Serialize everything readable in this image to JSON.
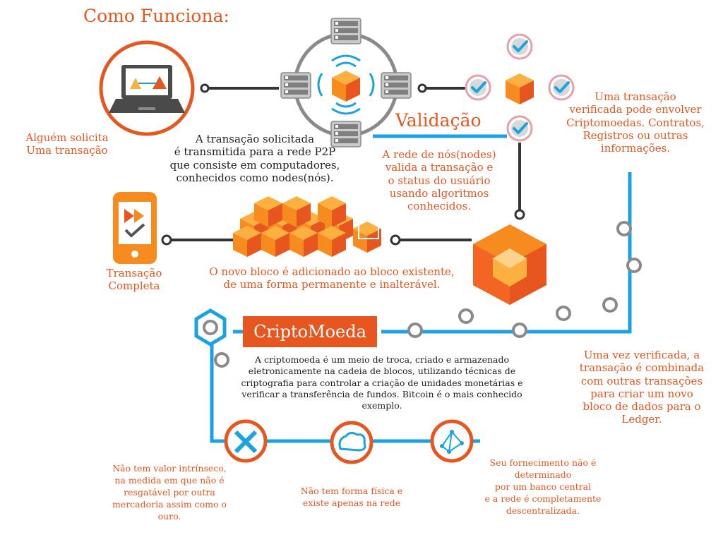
{
  "title": "Como Funciona:",
  "validation_label": "Validação",
  "crypto_label": "CriptoMoeda",
  "steps": {
    "request": [
      "Alguém solicita",
      "Uma transação"
    ],
    "broadcast": [
      "A transação solicitada",
      "é transmitida para a rede P2P",
      "que consiste em computadores,",
      "conhecidos como nodes(nós)."
    ],
    "validate": [
      "A rede de nós(nodes)",
      "valida a transação e",
      "o status do usuário",
      "usando algoritmos",
      "conhecidos."
    ],
    "verified": [
      "Uma transação",
      "verificada pode envolver",
      "Criptomoedas. Contratos,",
      "Registros ou outras",
      "informações."
    ],
    "combined": [
      "Uma vez verificada, a",
      "transação é combinada",
      "com outras transações",
      "para criar um novo",
      "bloco de dados para o",
      "Ledger."
    ],
    "block_added": [
      "O novo bloco é  adicionado ao bloco existente,",
      "de uma forma permanente e inalterável."
    ],
    "complete": [
      "Transação",
      "Completa"
    ]
  },
  "crypto_description": [
    "A criptomoeda é um meio de troca, criado e armazenado",
    "eletronicamente na cadeia de blocos, utilizando técnicas de",
    "criptografia para controlar a criação de unidades monetárias e",
    "verificar a transferência de fundos. Bitcoin é o mais conhecido",
    "exemplo."
  ],
  "properties": [
    {
      "icon": "no-value-icon",
      "lines": [
        "Não tem valor intrínseco,",
        "na medida em que não é",
        "resgatável por outra",
        "mercadoria assim como o",
        "ouro."
      ]
    },
    {
      "icon": "network-cloud-icon",
      "lines": [
        "Não tem forma física e",
        "existe apenas na rede"
      ]
    },
    {
      "icon": "decentralized-network-icon",
      "lines": [
        "Seu fornecimento não é",
        "determinado",
        "por um banco central",
        "e a rede é completamente",
        "descentralizada."
      ]
    }
  ],
  "colors": {
    "orange": "#e8561f",
    "blue": "#1aa3e0",
    "gray": "#555555",
    "block": "#f68b1f"
  }
}
